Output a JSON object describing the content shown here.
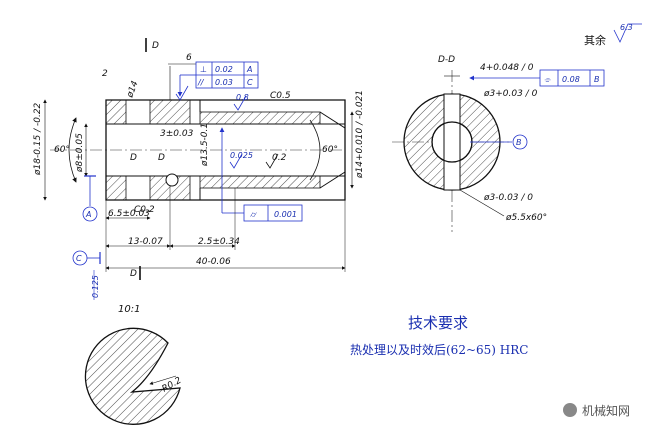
{
  "corner_note": {
    "text": "其余",
    "roughness": "6.3"
  },
  "main_view": {
    "section_mark_top": "D",
    "section_mark_bottom": "D",
    "section_letter": "D",
    "chamfer_top": "C0.5",
    "chamfer_bottom": "C0.2",
    "angle_left": "60°",
    "angle_right": "60°",
    "dim_2": "2",
    "dim_6": "6",
    "dia_14_top": "ø14",
    "dia_18": "ø18-0.15 / -0.22",
    "dia_8": "ø8±0.05",
    "dia_13_5": "ø13.5-0.1",
    "dia_14_right": "ø14+0.010 / -0.021",
    "dim_3": "3±0.03",
    "dim_6_5": "6.5±0.03",
    "dim_13": "13-0.07",
    "dim_2_5": "2.5±0.34",
    "dim_40": "40-0.06",
    "rough_0_8": "0.8",
    "rough_0_025": "0.025",
    "rough_0_2": "0.2",
    "datum_A": "A",
    "datum_C": "C",
    "left_dim_0125": "0.125",
    "fcf_top": [
      {
        "symbol": "⊥",
        "value": "0.02",
        "datum": "A"
      },
      {
        "symbol": "//",
        "value": "0.03",
        "datum": "C"
      }
    ],
    "fcf_mid": {
      "symbol": "⌭",
      "value": "0.001"
    }
  },
  "section_view": {
    "title": "D-D",
    "dim_4": "4+0.048 / 0",
    "dim_3_top": "ø3+0.03 / 0",
    "dim_3_bottom": "ø3-0.03 / 0",
    "countersink": "ø5.5x60°",
    "datum_B": "B",
    "fcf": {
      "symbol": "⌯",
      "value": "0.08",
      "datum": "B"
    }
  },
  "detail_view": {
    "scale": "10:1",
    "radius": "R0.2"
  },
  "requirements": {
    "title": "技术要求",
    "line1": "热处理以及时效后(62~65) HRC"
  },
  "watermark": "机械知网"
}
